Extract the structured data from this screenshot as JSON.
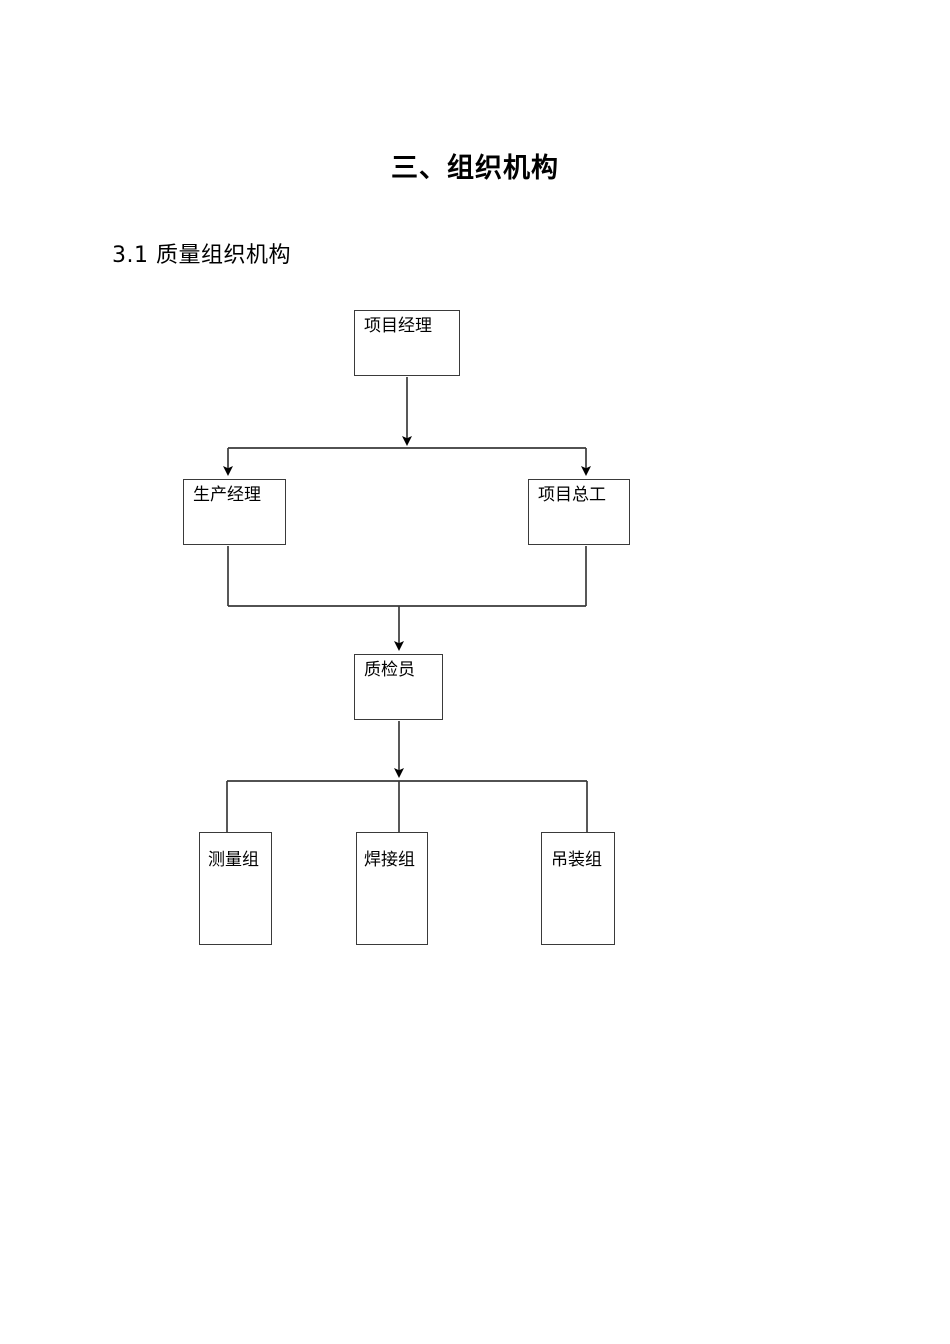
{
  "document": {
    "title": "三、组织机构",
    "section_title": "3.1 质量组织机构"
  },
  "chart_data": {
    "type": "diagram",
    "subtype": "organization-chart",
    "title": "3.1 质量组织机构",
    "orientation": "top-down",
    "nodes": [
      {
        "id": "pm",
        "label": "项目经理",
        "level": 1,
        "text_orientation": "horizontal"
      },
      {
        "id": "prodmgr",
        "label": "生产经理",
        "level": 2,
        "text_orientation": "horizontal"
      },
      {
        "id": "chief",
        "label": "项目总工",
        "level": 2,
        "text_orientation": "horizontal"
      },
      {
        "id": "qc",
        "label": "质检员",
        "level": 3,
        "text_orientation": "horizontal"
      },
      {
        "id": "survey",
        "label": "测量组",
        "level": 4,
        "text_orientation": "vertical"
      },
      {
        "id": "weld",
        "label": "焊接组",
        "level": 4,
        "text_orientation": "vertical"
      },
      {
        "id": "hoist",
        "label": "吊装组",
        "level": 4,
        "text_orientation": "vertical"
      }
    ],
    "edges": [
      {
        "from": "pm",
        "to": "prodmgr",
        "style": "orthogonal",
        "arrow": true
      },
      {
        "from": "pm",
        "to": "chief",
        "style": "orthogonal",
        "arrow": true
      },
      {
        "from": "prodmgr",
        "to": "qc",
        "style": "orthogonal",
        "arrow": true
      },
      {
        "from": "chief",
        "to": "qc",
        "style": "orthogonal",
        "arrow": true
      },
      {
        "from": "qc",
        "to": "survey",
        "style": "orthogonal",
        "arrow": false
      },
      {
        "from": "qc",
        "to": "weld",
        "style": "orthogonal",
        "arrow": false
      },
      {
        "from": "qc",
        "to": "hoist",
        "style": "orthogonal",
        "arrow": false
      }
    ],
    "colors": {
      "background": "#ffffff",
      "box_border": "#3a3a3a",
      "connector": "#3a3a3a",
      "text": "#000000"
    }
  }
}
